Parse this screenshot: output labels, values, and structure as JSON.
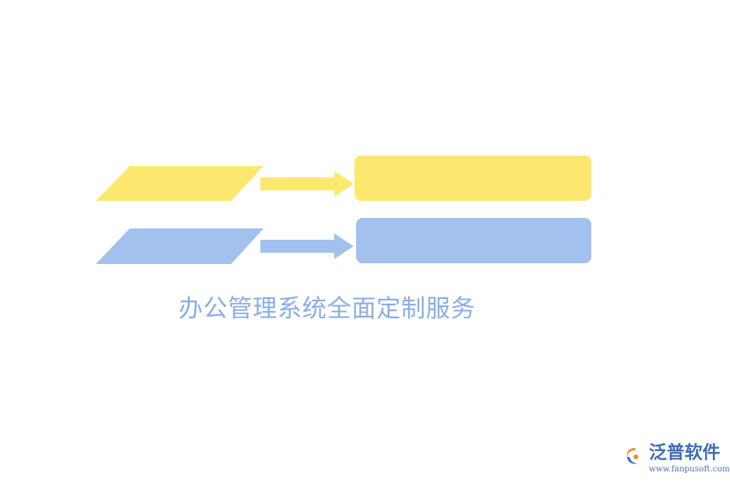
{
  "caption": "办公管理系统全面定制服务",
  "logo": {
    "name": "泛普软件",
    "url": "www.fanpusoft.com"
  },
  "colors": {
    "yellow": "#FDE86F",
    "blue": "#A2C1EE",
    "caption": "#8AAEE6",
    "logo_text": "#3E6DB6",
    "logo_orange": "#F08D2A",
    "logo_blue": "#2E6DC2",
    "logo_url": "#4A74C0"
  },
  "rows": [
    {
      "color_key": "yellow"
    },
    {
      "color_key": "blue"
    }
  ]
}
